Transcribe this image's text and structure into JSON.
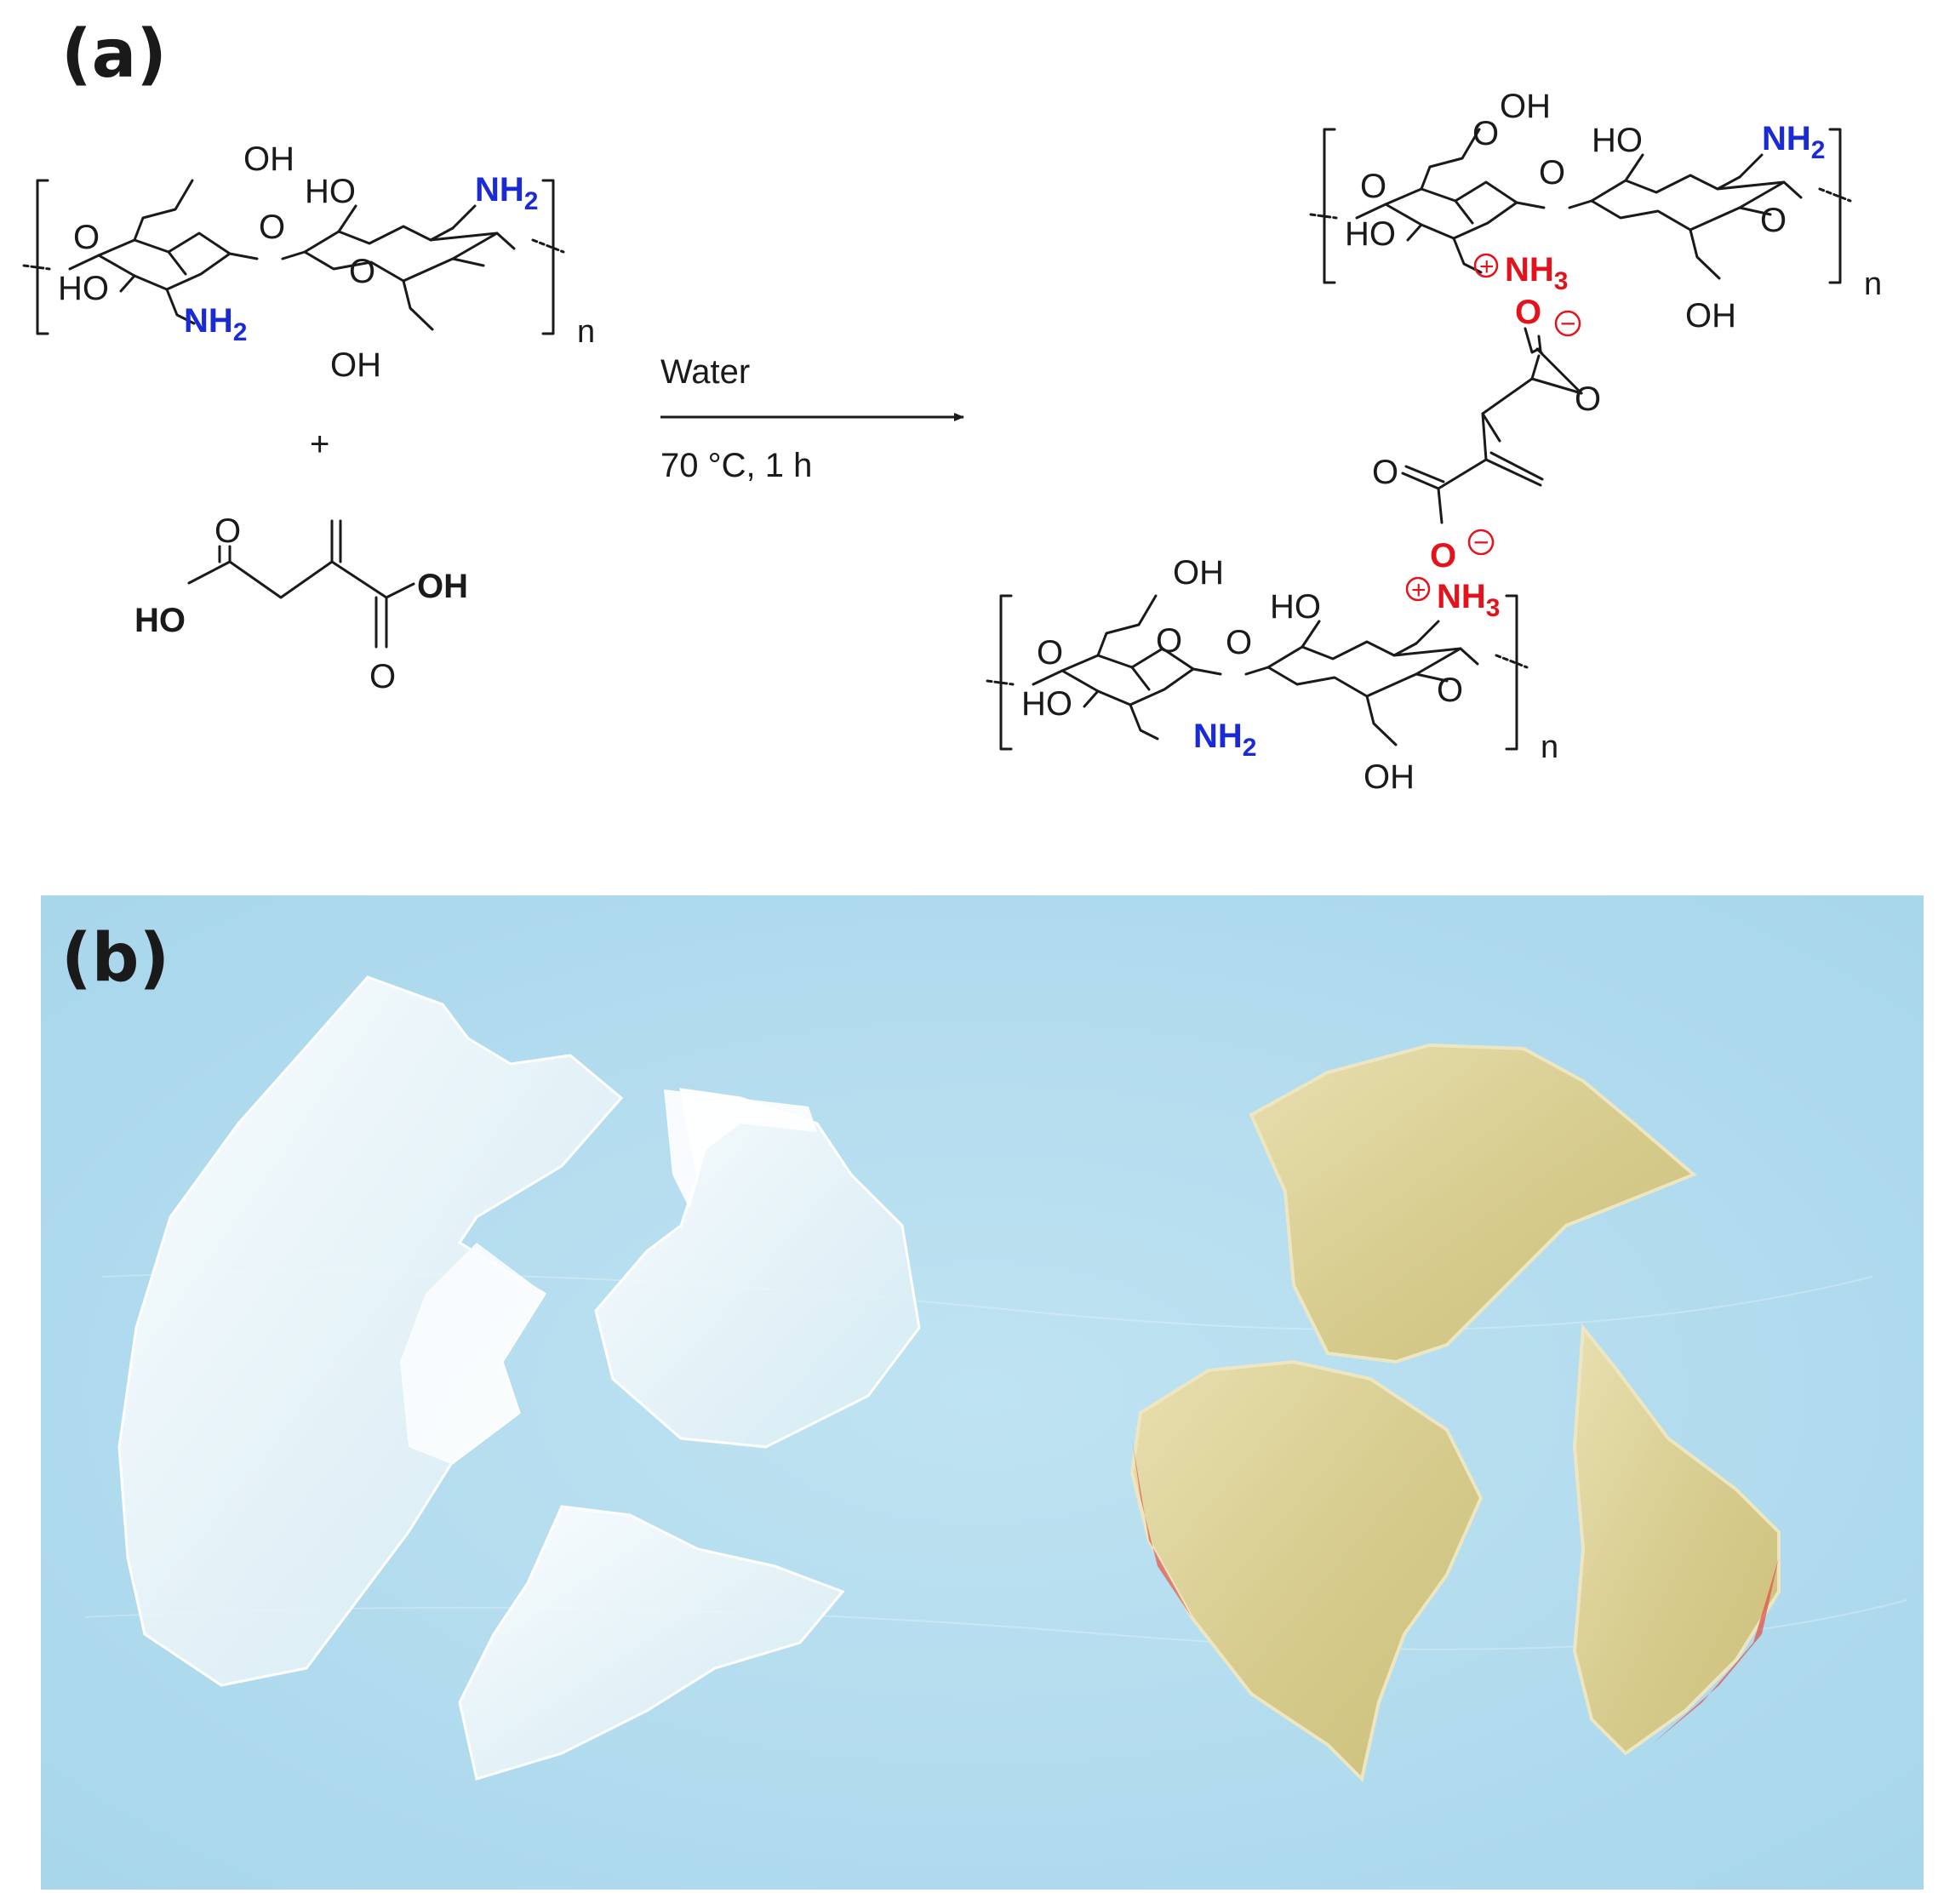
{
  "panels": {
    "a": {
      "label": "(a)"
    },
    "b": {
      "label": "(b)"
    }
  },
  "reaction": {
    "plus": "+",
    "conditions_top": "Water",
    "conditions_bottom": "70 °C, 1 h",
    "repeat_unit_subscript": "n"
  },
  "atoms": {
    "oh": "OH",
    "ho": "HO",
    "o": "O",
    "nh2": "NH",
    "nh3": "NH",
    "sub2": "2",
    "sub3": "3",
    "plus_charge": "+",
    "minus_charge": "−"
  },
  "colors": {
    "amine_blue": "#1a2bd6",
    "ionic_red": "#e3121b",
    "bond_black": "#1a1a1a",
    "photo_background": "#b4dced",
    "film_left": "#eef6fa",
    "film_right": "#d9cf93"
  },
  "photo": {
    "left_group": "white translucent film pieces",
    "right_group": "yellow translucent film pieces"
  }
}
